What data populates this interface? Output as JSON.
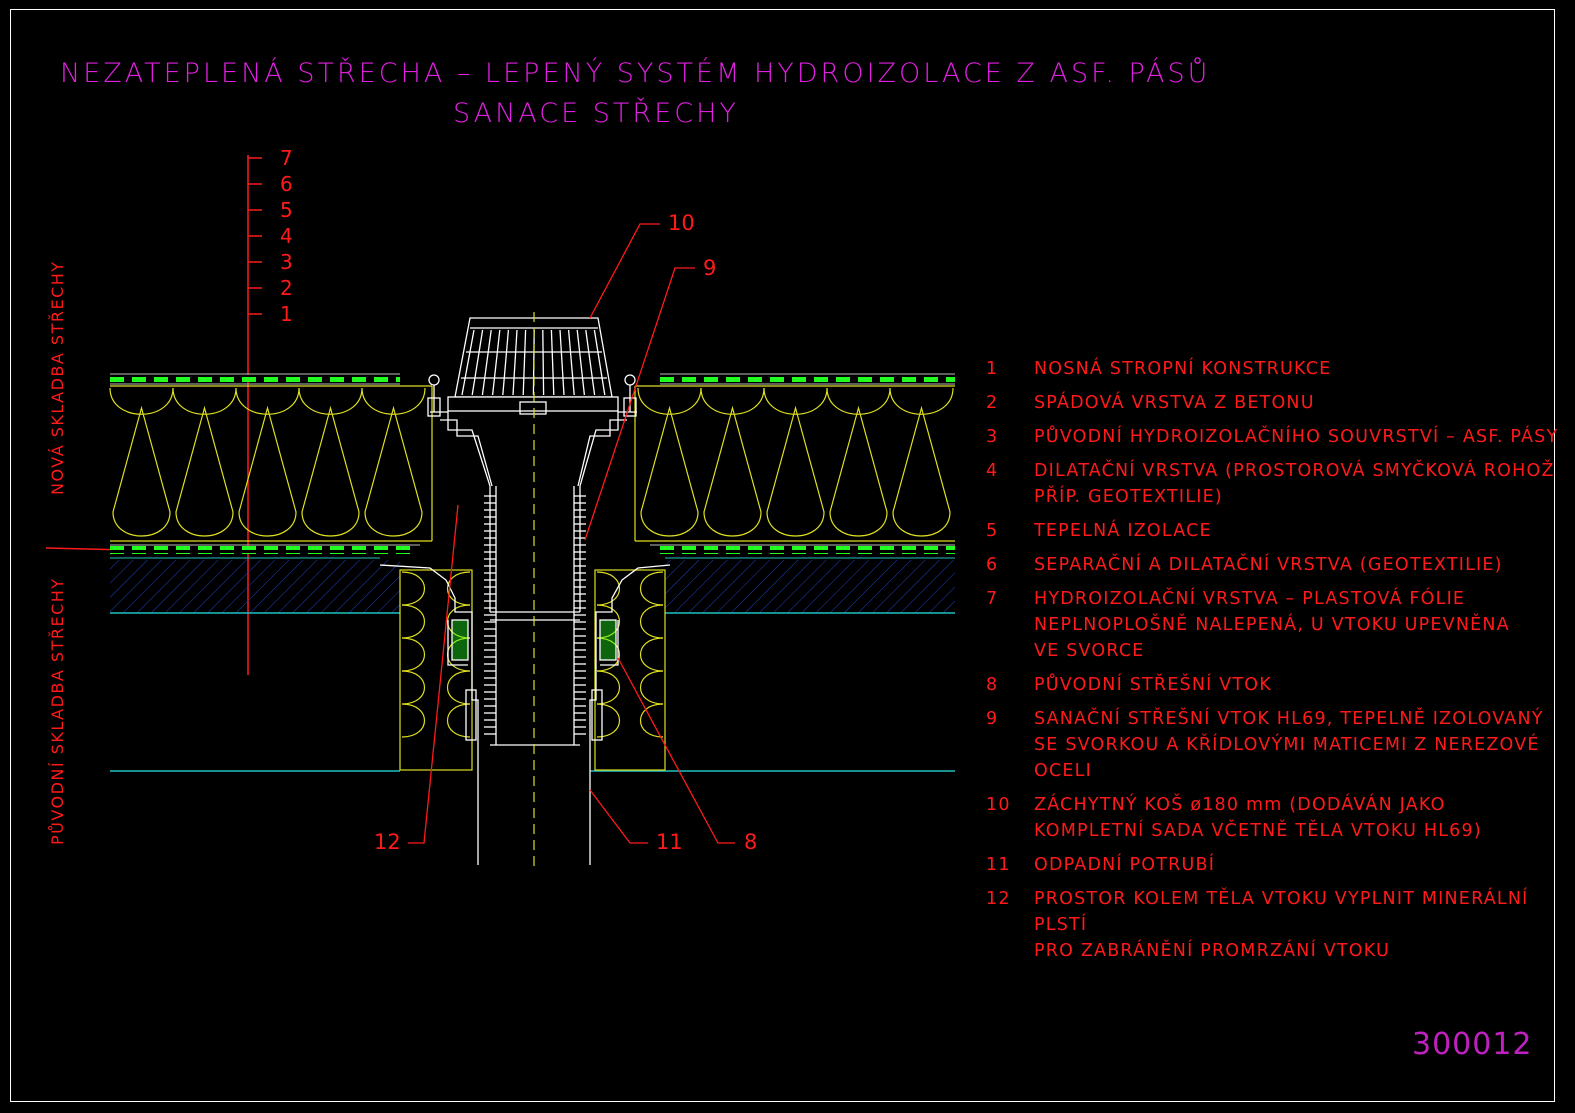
{
  "title": {
    "line1": "NEZATEPLENÁ STŘECHA – LEPENÝ SYSTÉM HYDROIZOLACE Z ASF. PÁSŮ",
    "line2": "SANACE STŘECHY"
  },
  "side_labels": {
    "new": "NOVÁ SKLADBA STŘECHY",
    "original": "PŮVODNÍ SKLADBA STŘECHY"
  },
  "layer_scale": [
    "7",
    "6",
    "5",
    "4",
    "3",
    "2",
    "1"
  ],
  "callouts": {
    "c10": "10",
    "c9": "9",
    "c12": "12",
    "c11": "11",
    "c8": "8"
  },
  "legend": [
    {
      "num": "1",
      "text": "NOSNÁ STROPNÍ KONSTRUKCE"
    },
    {
      "num": "2",
      "text": "SPÁDOVÁ VRSTVA Z BETONU"
    },
    {
      "num": "3",
      "text": "PŮVODNÍ HYDROIZOLAČNÍHO SOUVRSTVÍ – ASF. PÁSY"
    },
    {
      "num": "4",
      "text": "DILATAČNÍ VRSTVA (PROSTOROVÁ SMYČKOVÁ ROHOŽ\nPŘÍP. GEOTEXTILIE)"
    },
    {
      "num": "5",
      "text": "TEPELNÁ IZOLACE"
    },
    {
      "num": "6",
      "text": "SEPARAČNÍ A DILATAČNÍ VRSTVA (GEOTEXTILIE)"
    },
    {
      "num": "7",
      "text": "HYDROIZOLAČNÍ VRSTVA – PLASTOVÁ FÓLIE\nNEPLNOPLOŠNĚ NALEPENÁ, U VTOKU UPEVNĚNA\nVE SVORCE"
    },
    {
      "num": "8",
      "text": "PŮVODNÍ STŘEŠNÍ VTOK"
    },
    {
      "num": "9",
      "text": "SANAČNÍ STŘEŠNÍ VTOK HL69, TEPELNĚ IZOLOVANÝ\nSE SVORKOU A KŘÍDLOVÝMI MATICEMI Z NEREZOVÉ\nOCELI"
    },
    {
      "num": "10",
      "text": "ZÁCHYTNÝ KOŠ ø180 mm (DODÁVÁN JAKO\nKOMPLETNÍ SADA VČETNĚ TĚLA VTOKU HL69)"
    },
    {
      "num": "11",
      "text": "ODPADNÍ POTRUBÍ"
    },
    {
      "num": "12",
      "text": "PROSTOR KOLEM TĚLA VTOKU VYPLNIT MINERÁLNÍ PLSTÍ\nPRO ZABRÁNĚNÍ PROMRZÁNÍ VTOKU"
    }
  ],
  "drawing_number": "300012",
  "colors": {
    "title": "#e020e0",
    "annotation": "#ff1a1a",
    "insulation": "#e0e020",
    "membrane": "#20ff20",
    "structure": "#20c0c0",
    "fitting": "#ffffff"
  }
}
